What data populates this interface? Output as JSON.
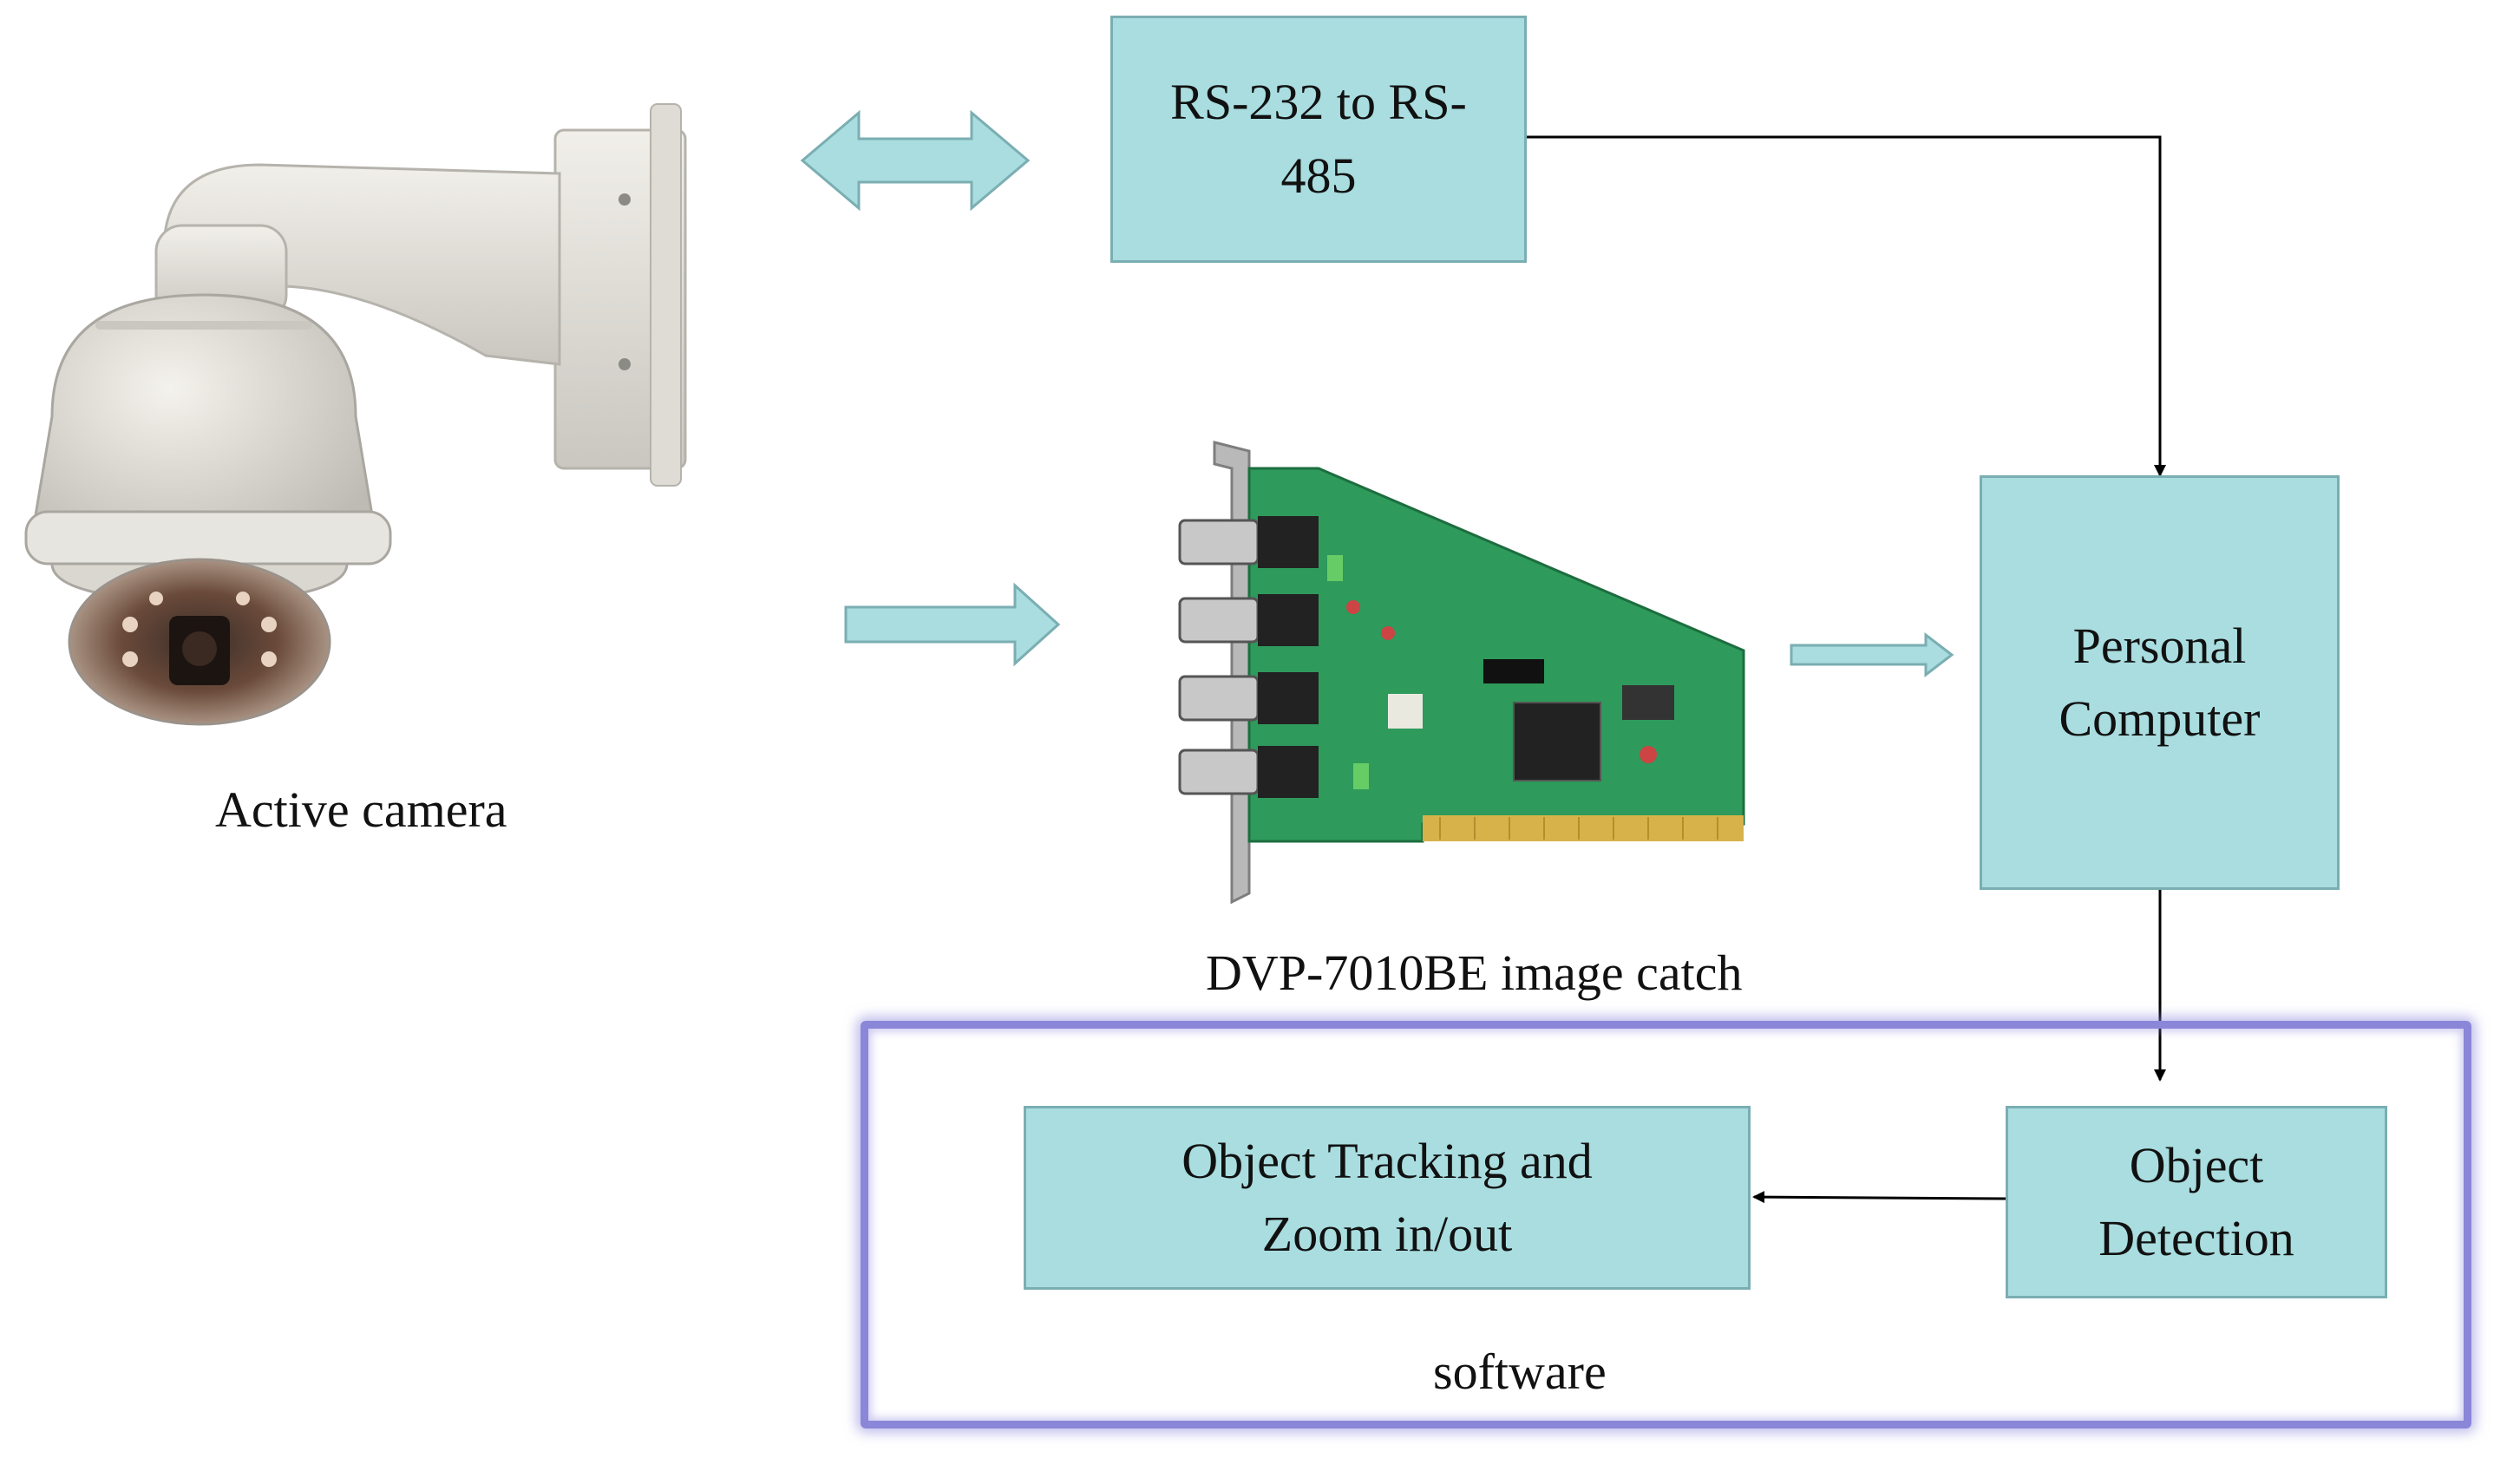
{
  "boxes": {
    "converter": "RS-232 to RS-\n485",
    "pc": "Personal\nComputer",
    "tracking": "Object Tracking  and\nZoom in/out",
    "detection": "Object\nDetection"
  },
  "captions": {
    "camera": "Active  camera",
    "card": "DVP-7010BE image  catch",
    "software": "software"
  },
  "icons": {
    "camera": "ptz-dome-camera-icon",
    "card": "capture-card-icon"
  },
  "colors": {
    "box_fill": "#a9dde0",
    "frame": "#8a86d8",
    "arrow": "#000000"
  }
}
